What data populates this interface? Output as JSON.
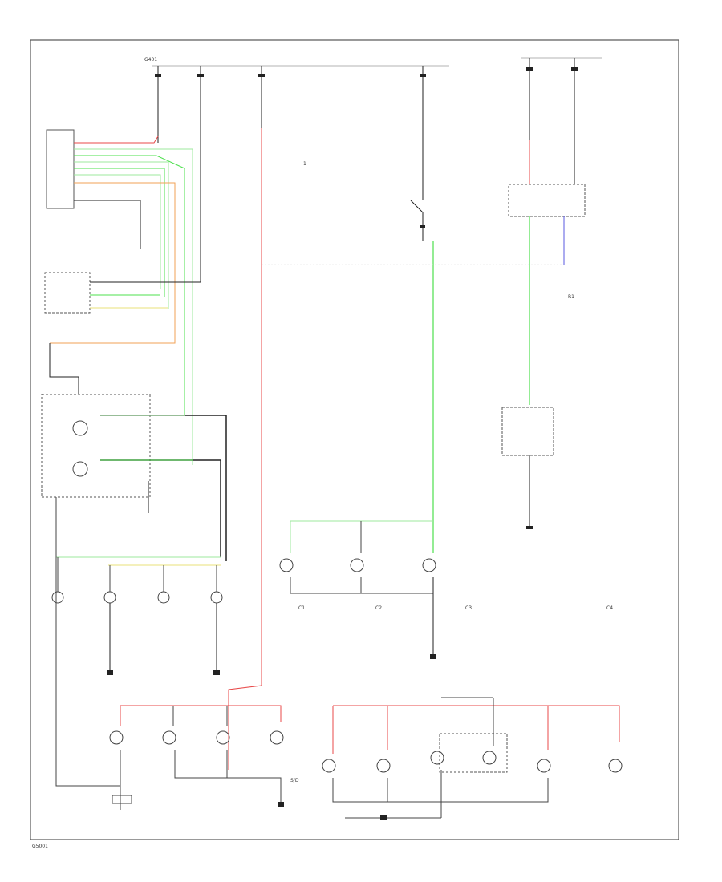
{
  "diagram": {
    "colors": {
      "wire_black": "#222222",
      "wire_gray": "#9a9a9a",
      "wire_red": "#e84a4a",
      "wire_green": "#4ee04e",
      "wire_light_green": "#9ee89e",
      "wire_orange": "#f2a255",
      "wire_blue": "#5a5ae0",
      "wire_yellow": "#e8e07a",
      "border": "#555555"
    },
    "text_top_fuse": "G401",
    "text_mid": "1",
    "text_r": "R1",
    "text_b1": "C1",
    "text_b2": "C2",
    "text_b3": "C3",
    "text_b4": "C4",
    "text_s": "S/D",
    "text_footer": "G5001"
  }
}
